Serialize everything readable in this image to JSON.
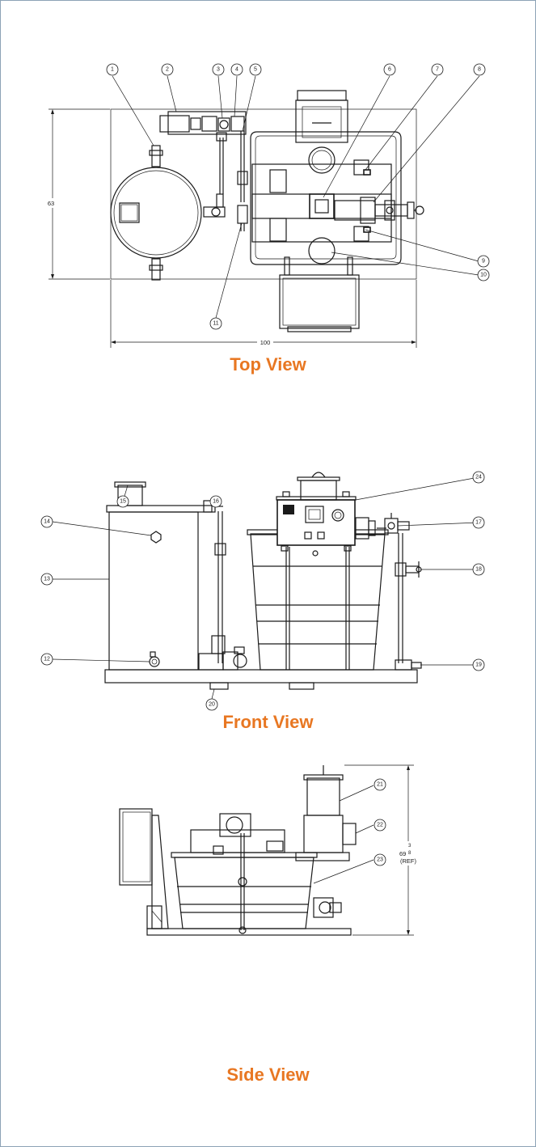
{
  "views": {
    "top": {
      "title": "Top View"
    },
    "front": {
      "title": "Front View"
    },
    "side": {
      "title": "Side View"
    }
  },
  "dimensions": {
    "height": "63",
    "width": "100",
    "overall_height": "69",
    "overall_height_frac_num": "3",
    "overall_height_frac_den": "8",
    "overall_height_note": "(REF)"
  },
  "callouts": [
    "1",
    "2",
    "3",
    "4",
    "5",
    "6",
    "7",
    "8",
    "9",
    "10",
    "11",
    "12",
    "13",
    "14",
    "15",
    "16",
    "17",
    "18",
    "19",
    "20",
    "21",
    "22",
    "23",
    "24"
  ]
}
